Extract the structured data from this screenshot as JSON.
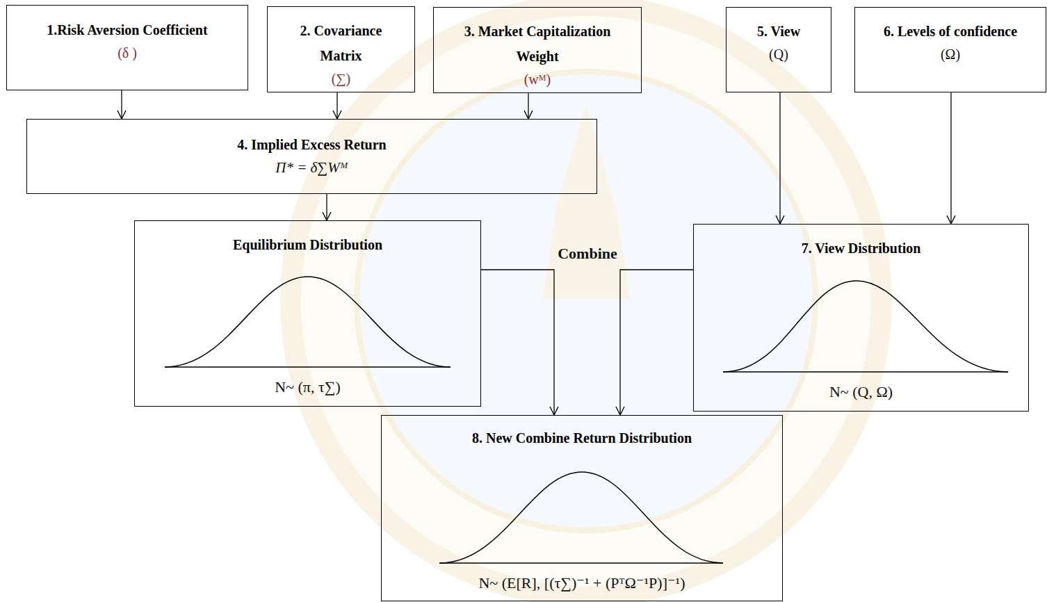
{
  "diagram": {
    "nodes": [
      {
        "text": [
          "1.Risk Aversion Coefficient",
          "(δ )"
        ]
      },
      {
        "text": [
          "2. Covariance Matrix",
          "(∑)"
        ]
      },
      {
        "text": [
          "3. Market Capitalization Weight",
          "(wᴹ)"
        ]
      },
      {
        "text": [
          "5. View",
          "(Q)"
        ]
      },
      {
        "text": [
          "6. Levels of confidence",
          "(Ω)"
        ]
      },
      {
        "text": [
          "4. Implied Excess Return",
          "Π* = δ∑Wᴹ"
        ]
      },
      {
        "text": [
          "Equilibrium Distribution",
          "N~ (π, τ∑)"
        ]
      },
      {
        "text": [
          "7. View Distribution",
          "N~ (Q, Ω)"
        ]
      },
      {
        "text": [
          "8. New Combine Return Distribution",
          "N~ (E[R], [(τ∑)⁻¹ + (PᵀΩ⁻¹P)]⁻¹)"
        ]
      }
    ],
    "edges": [
      {
        "from": 0,
        "to": 5,
        "arrow": "to"
      },
      {
        "from": 1,
        "to": 5,
        "arrow": "to"
      },
      {
        "from": 2,
        "to": 5,
        "arrow": "to"
      },
      {
        "from": 5,
        "to": 6,
        "arrow": "to"
      },
      {
        "from": 3,
        "to": 7,
        "arrow": "to"
      },
      {
        "from": 4,
        "to": 7,
        "arrow": "to"
      },
      {
        "from": 6,
        "to": 8,
        "arrow": "to"
      },
      {
        "from": 7,
        "to": 8,
        "arrow": "to"
      }
    ],
    "labels": [
      "Combine"
    ]
  }
}
